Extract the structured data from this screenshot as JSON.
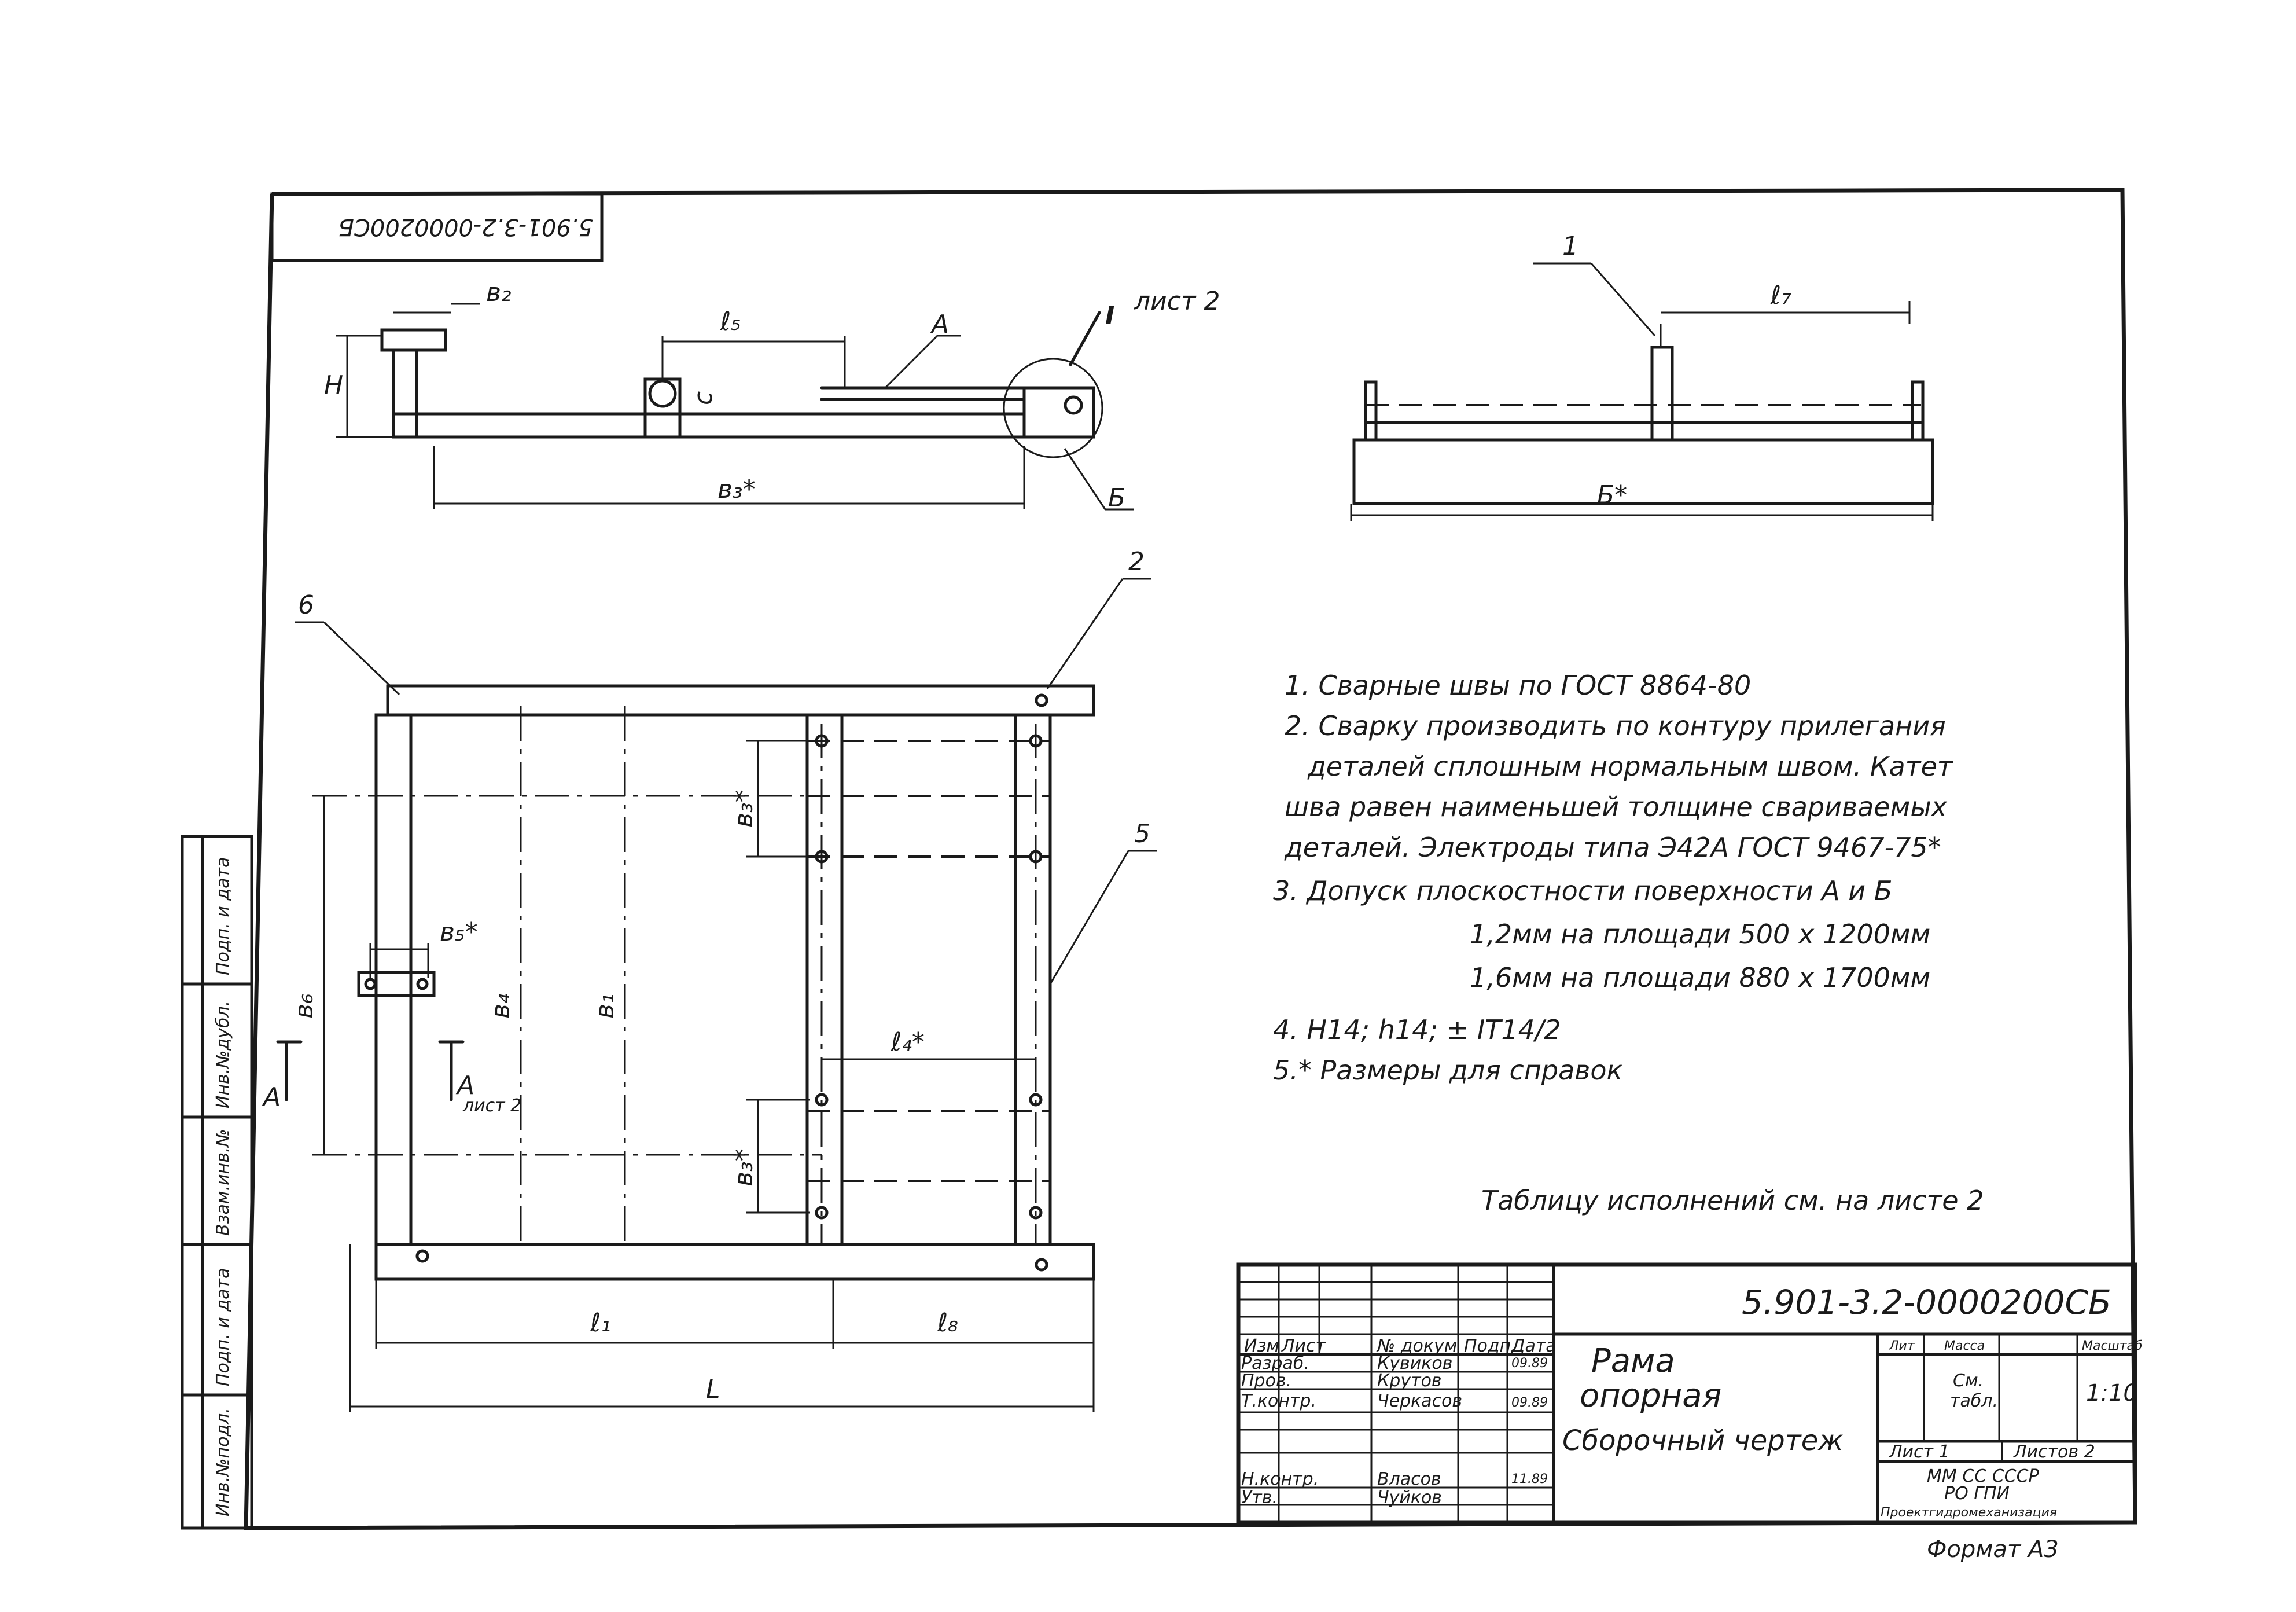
{
  "drawing": {
    "stamp_code": "5.901-3.2-0000200СБ",
    "mirrored_code": "5.901-3.2-0000200СБ",
    "title": [
      "Рама",
      "опорная",
      "Сборочный чертеж"
    ],
    "format_label": "Формат А3",
    "org": [
      "ММ СС СССР",
      "РО ГПИ",
      "Проектгидромеханизация"
    ],
    "stage_header": [
      "Лит",
      "Масса",
      "Масштаб"
    ],
    "mass": [
      "См.",
      "табл."
    ],
    "scale": "1:10",
    "sheet": "Лист 1",
    "sheets": "Листов 2",
    "section_label": "I",
    "section_sheet": "лист 2",
    "table_note": "Таблицу исполнений см. на листе 2"
  },
  "notes": [
    "1. Сварные швы по ГОСТ 8864-80",
    "2. Сварку производить по контуру прилегания",
    "деталей сплошным нормальным швом. Катет",
    "шва равен наименьшей толщине свариваемых",
    "деталей. Электроды типа Э42А ГОСТ 9467-75*",
    "3. Допуск плоскостности поверхности А и Б",
    "1,2мм на площади 500 х 1200мм",
    "1,6мм на площади 880 х 1700мм",
    "4. Н14; h14; ± IT14/2",
    "5.* Размеры для справок"
  ],
  "labels": {
    "b2": "в₂",
    "l5": "ℓ₅",
    "H": "Н",
    "A": "А",
    "b3": "в₃*",
    "B": "Б",
    "c": "с",
    "l7": "ℓ₇",
    "B_star": "Б*",
    "p1": "1",
    "p2": "2",
    "p5": "5",
    "p6": "6",
    "b5": "в₅*",
    "b3a": "в₃*",
    "b3b": "в₃*",
    "b6": "в₆",
    "b4": "в₄",
    "b1": "в₁",
    "l4": "ℓ₄*",
    "l1": "ℓ₁",
    "l8": "ℓ₈",
    "L": "L",
    "A_left": "А",
    "A_sect": "А",
    "A_sheet": "лист 2"
  },
  "title_block": {
    "rows": [
      [
        "Изм",
        "Лист",
        "№ докум",
        "Подп.",
        "Дата"
      ],
      [
        "Разраб.",
        "Кувиков",
        "",
        "09.89"
      ],
      [
        "Пров.",
        "Крутов",
        "",
        ""
      ],
      [
        "Т.контр.",
        "Черкасов",
        "",
        "09.89"
      ],
      [
        "",
        "",
        "",
        ""
      ],
      [
        "Н.контр.",
        "Власов",
        "",
        "11.89"
      ],
      [
        "Утв.",
        "Чуйков",
        "",
        ""
      ]
    ]
  },
  "side_stamp": [
    "Инв.№подл.",
    "Подп. и дата",
    "Взам.инв.№",
    "Инв.№дубл.",
    "Подп. и дата"
  ]
}
